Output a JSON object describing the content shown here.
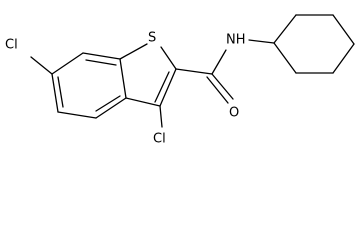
{
  "atoms": {
    "cl_left": "Cl",
    "cl_bottom": "Cl",
    "sulfur": "S",
    "amide_nh": "NH",
    "carbonyl_o": "O"
  },
  "colors": {
    "bond": "#000000",
    "label": "#000000",
    "background": "#ffffff"
  }
}
